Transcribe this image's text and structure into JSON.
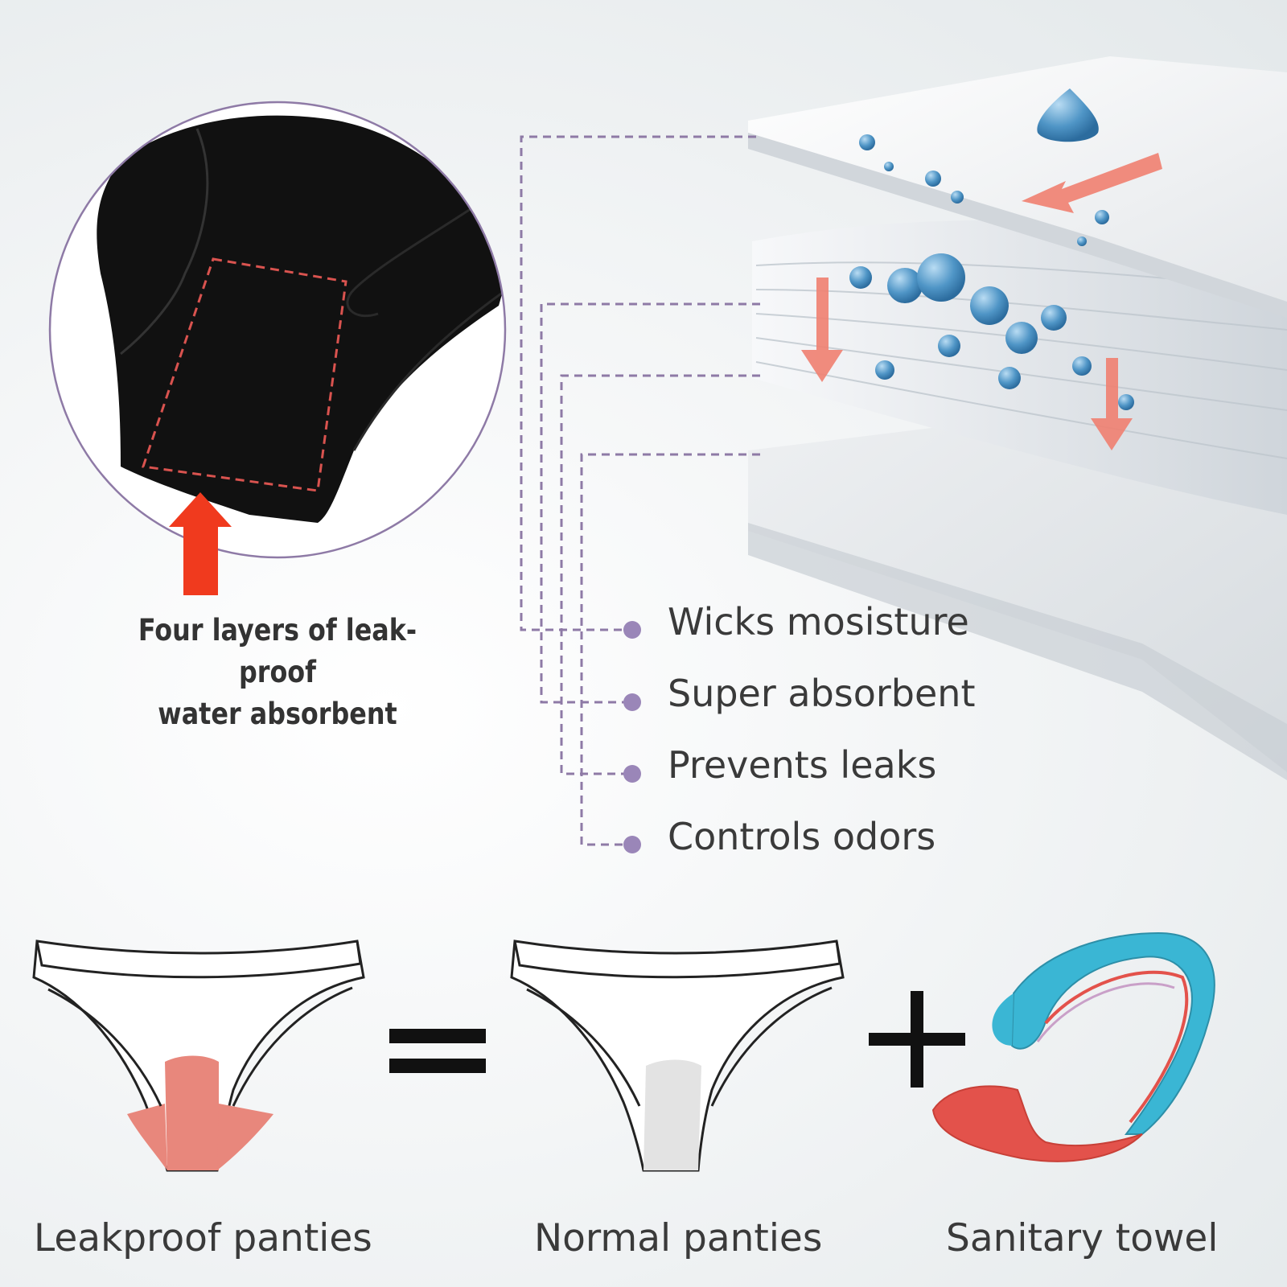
{
  "zoom_caption": {
    "line1": "Four layers of leak-proof",
    "line2": "water absorbent"
  },
  "features": [
    "Wicks mosisture",
    "Super absorbent",
    "Prevents leaks",
    "Controls odors"
  ],
  "products": {
    "leakproof": "Leakproof panties",
    "normal": "Normal panties",
    "towel": "Sanitary towel"
  },
  "colors": {
    "leader_line": "#8e7aa6",
    "bullet": "#9a86b8",
    "arrow": "#f03a1e",
    "leakproof_gusset": "#e8877c",
    "normal_gusset": "#e3e3e3",
    "towel_blue": "#3ab6d4",
    "towel_red": "#e3524b"
  }
}
